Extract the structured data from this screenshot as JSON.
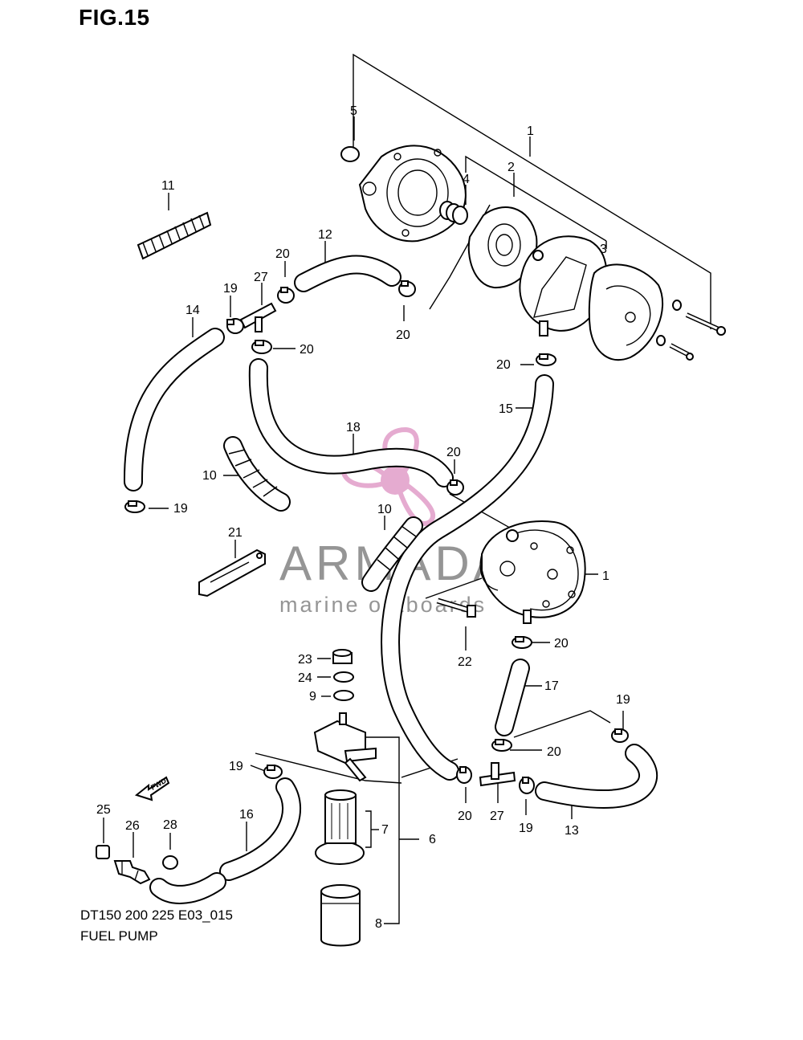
{
  "figure": {
    "title": "FIG.15"
  },
  "footer": {
    "model": "DT150 200 225 E03_015",
    "name": "FUEL PUMP"
  },
  "watermark": {
    "brand": "ARMADA",
    "tagline": "marine outboards",
    "accent_color": "#e3a3cc",
    "text_color": "#8a8a8a"
  },
  "fwd_label": "FWD",
  "callouts": {
    "c1a": "1",
    "c1b": "1",
    "c2": "2",
    "c3": "3",
    "c4": "4",
    "c5": "5",
    "c6": "6",
    "c7": "7",
    "c8": "8",
    "c9": "9",
    "c10a": "10",
    "c10b": "10",
    "c11": "11",
    "c12": "12",
    "c13": "13",
    "c14": "14",
    "c15": "15",
    "c16": "16",
    "c17": "17",
    "c18": "18",
    "c19a": "19",
    "c19b": "19",
    "c19c": "19",
    "c19d": "19",
    "c19e": "19",
    "c20a": "20",
    "c20b": "20",
    "c20c": "20",
    "c20d": "20",
    "c20e": "20",
    "c20f": "20",
    "c20g": "20",
    "c20h": "20",
    "c21": "21",
    "c22": "22",
    "c23": "23",
    "c24": "24",
    "c25": "25",
    "c26": "26",
    "c27a": "27",
    "c27b": "27",
    "c28": "28"
  }
}
